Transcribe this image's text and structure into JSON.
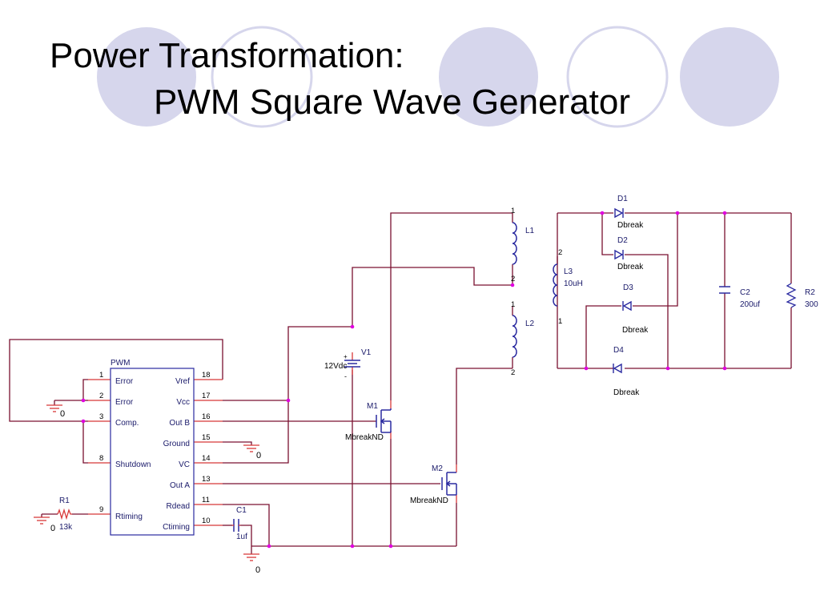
{
  "slide": {
    "title_line1": "Power Transformation:",
    "title_line2": "PWM Square Wave Generator",
    "accent_circle_color": "#d6d6ec",
    "wire_color": "#7a1030",
    "pin_color": "#d83838",
    "component_color": "#2a2aa0",
    "junction_color": "#e000e0"
  },
  "schematic": {
    "pwm": {
      "name": "PWM",
      "pins": {
        "p1": {
          "num": "1",
          "label": "Error"
        },
        "p2": {
          "num": "2",
          "label": "Error"
        },
        "p3": {
          "num": "3",
          "label": "Comp."
        },
        "p8": {
          "num": "8",
          "label": "Shutdown"
        },
        "p9": {
          "num": "9",
          "label": "Rtiming"
        },
        "p18": {
          "num": "18",
          "label": "Vref"
        },
        "p17": {
          "num": "17",
          "label": "Vcc"
        },
        "p16": {
          "num": "16",
          "label": "Out B"
        },
        "p15": {
          "num": "15",
          "label": "Ground"
        },
        "p14": {
          "num": "14",
          "label": "VC"
        },
        "p13": {
          "num": "13",
          "label": "Out A"
        },
        "p11": {
          "num": "11",
          "label": "Rdead"
        },
        "p10": {
          "num": "10",
          "label": "Ctiming"
        }
      }
    },
    "ground_label": "0",
    "r1": {
      "name": "R1",
      "value": "13k"
    },
    "c1": {
      "name": "C1",
      "value": "1uf"
    },
    "v1": {
      "name": "V1",
      "value": "12Vdc",
      "plus": "+",
      "minus": "-"
    },
    "m1": {
      "name": "M1",
      "model": "MbreakND"
    },
    "m2": {
      "name": "M2",
      "model": "MbreakND"
    },
    "l1": {
      "name": "L1",
      "pin_a": "1",
      "pin_b": "2"
    },
    "l2": {
      "name": "L2",
      "pin_a": "1",
      "pin_b": "2"
    },
    "l3": {
      "name": "L3",
      "value": "10uH",
      "pin_a": "2",
      "pin_b": "1"
    },
    "d1": {
      "name": "D1",
      "model": "Dbreak"
    },
    "d2": {
      "name": "D2",
      "model": "Dbreak"
    },
    "d3": {
      "name": "D3",
      "model": "Dbreak"
    },
    "d4": {
      "name": "D4",
      "model": "Dbreak"
    },
    "c2": {
      "name": "C2",
      "value": "200uf"
    },
    "r2": {
      "name": "R2",
      "value": "300"
    }
  }
}
